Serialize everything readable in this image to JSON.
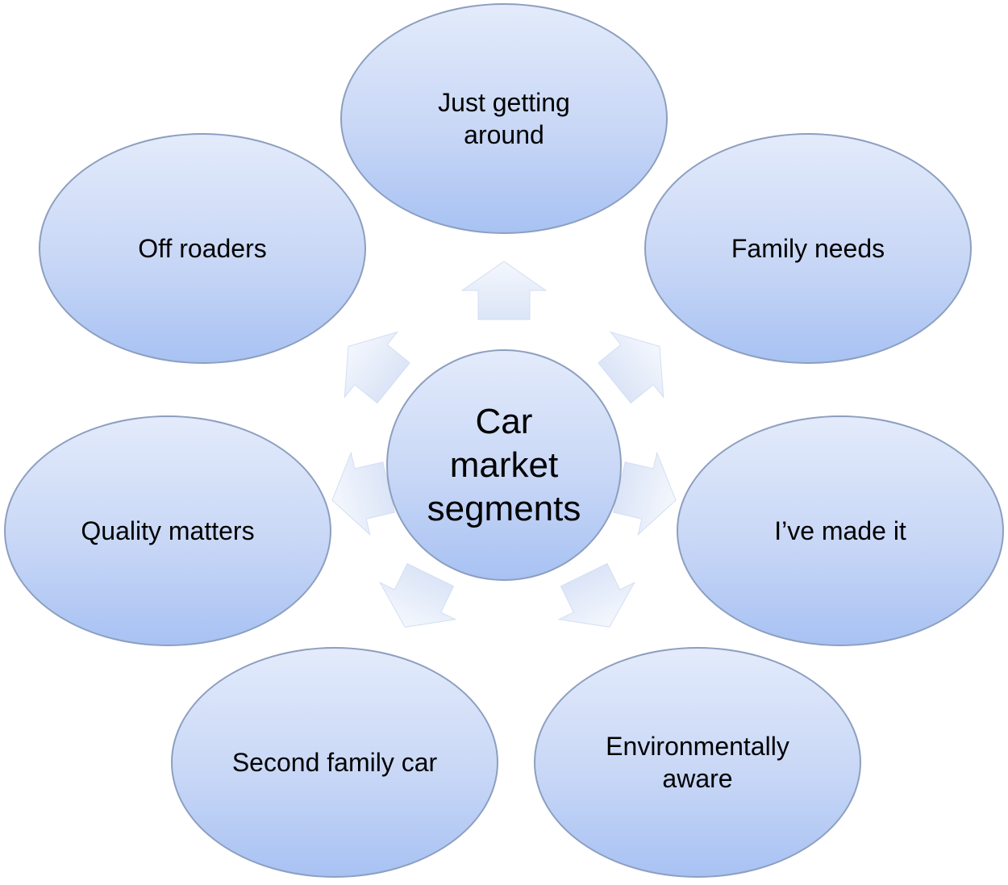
{
  "center": {
    "label": "Car\nmarket\nsegments"
  },
  "segments": [
    {
      "id": "just-getting-around",
      "label": "Just getting\naround"
    },
    {
      "id": "family-needs",
      "label": "Family needs"
    },
    {
      "id": "ive-made-it",
      "label": "I’ve made it"
    },
    {
      "id": "environmentally-aware",
      "label": "Environmentally\naware"
    },
    {
      "id": "second-family-car",
      "label": "Second family car"
    },
    {
      "id": "quality-matters",
      "label": "Quality matters"
    },
    {
      "id": "off-roaders",
      "label": "Off roaders"
    }
  ],
  "colors": {
    "fill_top": "#e3ebfb",
    "fill_bottom": "#a8c2f3",
    "border": "#8d9fbf",
    "arrow_fill": "#e4ecf9"
  }
}
